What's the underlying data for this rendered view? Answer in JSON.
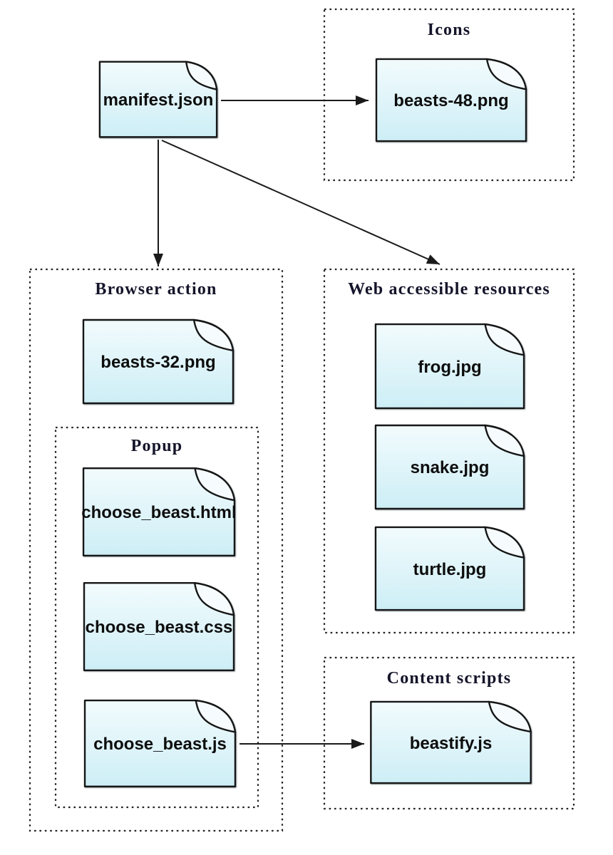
{
  "diagram": {
    "colors": {
      "background": "#ffffff",
      "doc_fill_top": "#f2fbfd",
      "doc_fill_bottom": "#cdeef6",
      "doc_border": "#161616",
      "group_border": "#242424",
      "arrow": "#1a1a1a",
      "title_text": "#14142a",
      "file_text": "#0d0d0d"
    },
    "groups": [
      {
        "id": "icons",
        "label": "Icons"
      },
      {
        "id": "browser-action",
        "label": "Browser action"
      },
      {
        "id": "popup",
        "label": "Popup"
      },
      {
        "id": "web-accessible-resources",
        "label": "Web accessible resources"
      },
      {
        "id": "content-scripts",
        "label": "Content scripts"
      }
    ],
    "files": [
      {
        "id": "manifest-json",
        "label": "manifest.json",
        "group": null
      },
      {
        "id": "beasts-48-png",
        "label": "beasts-48.png",
        "group": "Icons"
      },
      {
        "id": "beasts-32-png",
        "label": "beasts-32.png",
        "group": "Browser action"
      },
      {
        "id": "choose-beast-html",
        "label": "choose_beast.html",
        "group": "Popup"
      },
      {
        "id": "choose-beast-css",
        "label": "choose_beast.css",
        "group": "Popup"
      },
      {
        "id": "choose-beast-js",
        "label": "choose_beast.js",
        "group": "Popup"
      },
      {
        "id": "frog-jpg",
        "label": "frog.jpg",
        "group": "Web accessible resources"
      },
      {
        "id": "snake-jpg",
        "label": "snake.jpg",
        "group": "Web accessible resources"
      },
      {
        "id": "turtle-jpg",
        "label": "turtle.jpg",
        "group": "Web accessible resources"
      },
      {
        "id": "beastify-js",
        "label": "beastify.js",
        "group": "Content scripts"
      }
    ],
    "connections": [
      {
        "from": "manifest.json",
        "to": "beasts-48.png"
      },
      {
        "from": "manifest.json",
        "to": "Browser action"
      },
      {
        "from": "manifest.json",
        "to": "Web accessible resources"
      },
      {
        "from": "choose_beast.js",
        "to": "beastify.js"
      }
    ]
  }
}
